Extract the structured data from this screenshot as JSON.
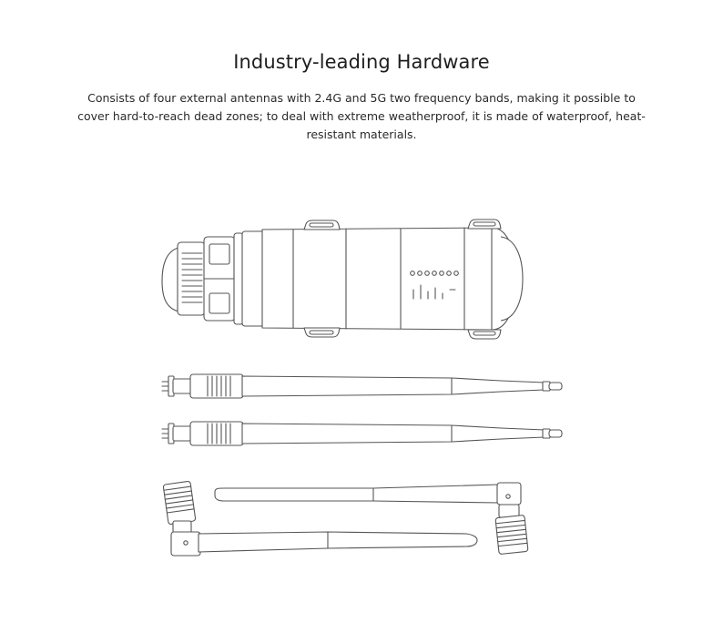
{
  "section": {
    "title": "Industry-leading Hardware",
    "description": "Consists of four external antennas with 2.4G and 5G two frequency bands, making it possible to cover hard-to-reach dead zones; to deal with extreme weatherproof, it is made of waterproof, heat-resistant materials."
  },
  "illustration": {
    "items": [
      {
        "name": "outdoor-access-point-unit"
      },
      {
        "name": "straight-antenna-1"
      },
      {
        "name": "straight-antenna-2"
      },
      {
        "name": "folded-antenna-1"
      },
      {
        "name": "folded-antenna-2"
      }
    ]
  },
  "colors": {
    "background": "#ffffff",
    "text": "#222222",
    "line_art": "#555555"
  }
}
